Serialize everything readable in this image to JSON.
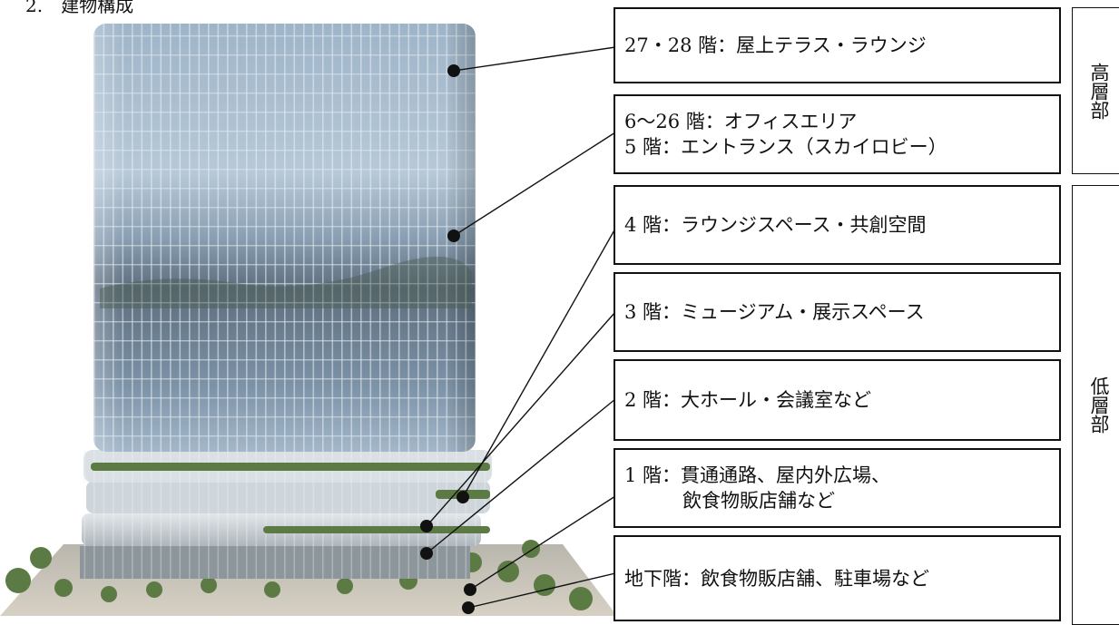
{
  "heading": "2.　建物構成",
  "floors": [
    {
      "line1": "27・28 階：屋上テラス・ラウンジ"
    },
    {
      "line1": "6～26 階：オフィスエリア",
      "line2": "5 階：エントランス（スカイロビー）"
    },
    {
      "line1": "4 階：ラウンジスペース・共創空間"
    },
    {
      "line1": "3 階：ミュージアム・展示スペース"
    },
    {
      "line1": "2 階：大ホール・会議室など"
    },
    {
      "line1": "1 階：貫通通路、屋内外広場、",
      "line2": "飲食物販店舗など"
    },
    {
      "line1": "地下階：飲食物販店舗、駐車場など"
    }
  ],
  "sections": {
    "high": "高層部",
    "low": "低層部"
  },
  "colors": {
    "glass_top": "#8fa6bd",
    "glass_mid": "#a9bfd2",
    "glass_dark": "#56677a",
    "podium": "#d9dde0",
    "greenery": "#5c7a43",
    "plaza": "#c9c2b6"
  }
}
